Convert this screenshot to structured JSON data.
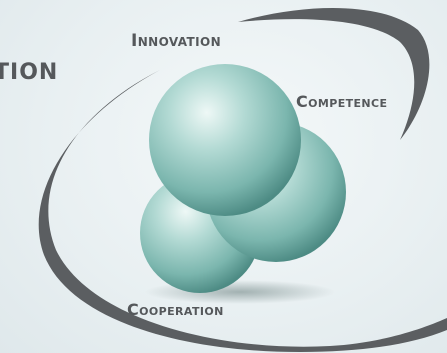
{
  "labels": {
    "left_partial": "TION",
    "innovation": "Innovation",
    "competence": "Competence",
    "cooperation": "Cooperation"
  },
  "colors": {
    "swoosh": "#5b5e61",
    "sphere_light": "#d8ece9",
    "sphere_mid": "#8cc3bb",
    "sphere_dark": "#4f8f88",
    "label_text": "#55585b",
    "background": "#e9f0f2"
  }
}
